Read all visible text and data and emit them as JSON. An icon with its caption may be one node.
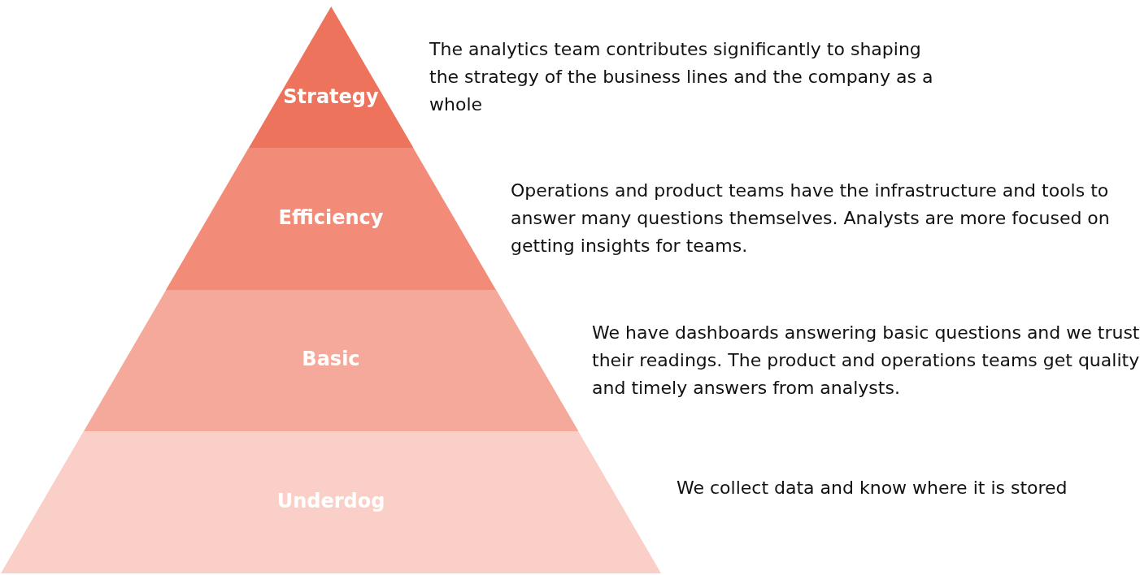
{
  "diagram": {
    "nodes": [
      {
        "text": [
          "Strategy"
        ],
        "beside": [
          "The analytics team contributes significantly to shaping the strategy of the business lines and the company as a whole"
        ]
      },
      {
        "text": [
          "Efficiency"
        ],
        "beside": [
          "Operations and product teams have the infrastructure and tools to answer many questions themselves. Analysts are more focused on getting insights for teams."
        ]
      },
      {
        "text": [
          "Basic"
        ],
        "beside": [
          "We have dashboards answering basic questions and we trust their readings. The product and operations teams get quality and timely answers from analysts."
        ]
      },
      {
        "text": [
          "Underdog"
        ],
        "beside": [
          "We collect data and know where it is stored"
        ]
      }
    ],
    "edges": []
  }
}
